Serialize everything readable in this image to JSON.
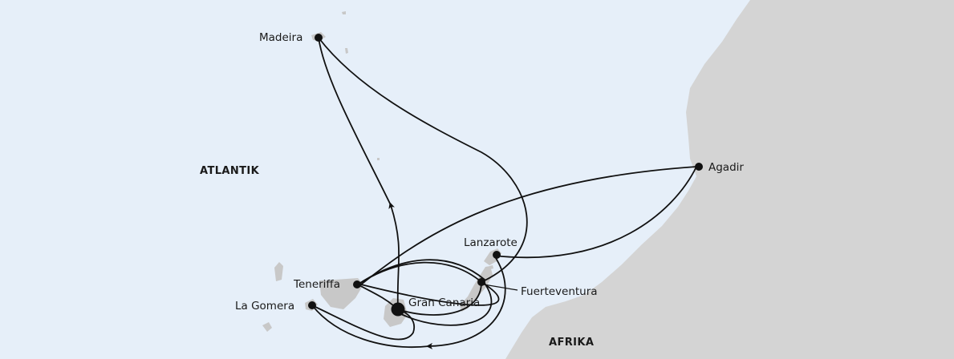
{
  "colors": {
    "sea": "#e6eff9",
    "land": "#d4d4d4",
    "island": "#c8c8c8",
    "route": "#111111",
    "port": "#111111",
    "text": "#1a1a1a"
  },
  "regions": {
    "ocean": "ATLANTIK",
    "continent": "AFRIKA"
  },
  "ports": [
    {
      "name": "Madeira"
    },
    {
      "name": "Agadir"
    },
    {
      "name": "Lanzarote"
    },
    {
      "name": "Fuerteventura"
    },
    {
      "name": "Teneriffa"
    },
    {
      "name": "Gran Canaria",
      "home_port": true
    },
    {
      "name": "La Gomera"
    }
  ]
}
